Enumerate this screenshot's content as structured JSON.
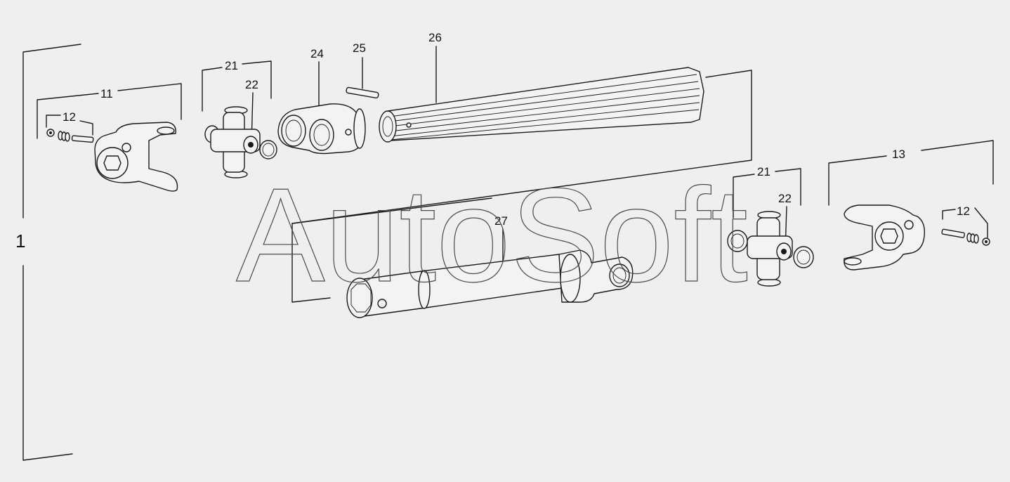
{
  "assembly_label": "1",
  "callouts": {
    "yoke_left": "11",
    "bolt_left": "12",
    "cross_left": "21",
    "bearing_left": "22",
    "inner_yoke": "24",
    "pin": "25",
    "spline_shaft": "26",
    "outer_tube": "27",
    "cross_right": "21",
    "bearing_right": "22",
    "yoke_right": "13",
    "bolt_right": "12"
  },
  "watermark": "AutoSoft"
}
